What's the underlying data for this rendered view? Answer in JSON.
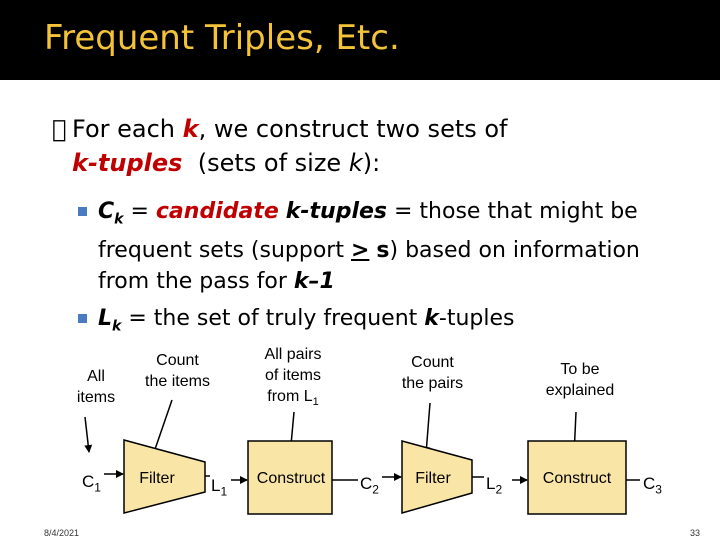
{
  "title": "Frequent Triples, Etc.",
  "bullet1": {
    "glyph": "\u0000",
    "line1_a": "For each ",
    "line1_k": "k",
    "line1_b": ", we construct two sets of",
    "line2_a": "k-tuples",
    "line2_b": "  (sets of size ",
    "line2_k": "k",
    "line2_c": "):"
  },
  "bullet2": {
    "c": "C",
    "k": "k",
    "eq1": " = ",
    "candidate": "candidate",
    "sp": " ",
    "ktuples": "k-tuples",
    "rest1": " = those that might be",
    "line2": "frequent sets (support ",
    "ge": ">",
    "s": "s",
    "line2b": ") based on information",
    "line3": "from the pass for ",
    "km1": "k–1"
  },
  "bullet3": {
    "l": "L",
    "k": "k",
    "rest": " = the set of truly frequent ",
    "kbold": "k",
    "tuples": "-tuples"
  },
  "diagram": {
    "labels": {
      "all_items": [
        "All",
        "items"
      ],
      "count_items": [
        "Count",
        "the items"
      ],
      "all_pairs": [
        "All pairs",
        "of items",
        "from L"
      ],
      "all_pairs_sub": "1",
      "count_pairs": [
        "Count",
        "the pairs"
      ],
      "to_be_explained": [
        "To be",
        "explained"
      ]
    },
    "filter1": "Filter",
    "construct1": "Construct",
    "filter2": "Filter",
    "construct2": "Construct",
    "c1": "C",
    "c1_sub": "1",
    "l1": "L",
    "l1_sub": "1",
    "c2": "C",
    "c2_sub": "2",
    "l2": "L",
    "l2_sub": "2",
    "c3": "C",
    "c3_sub": "3",
    "shape_fill": "#f9e6a6"
  },
  "footer": {
    "date": "8/4/2021",
    "page": "33"
  }
}
